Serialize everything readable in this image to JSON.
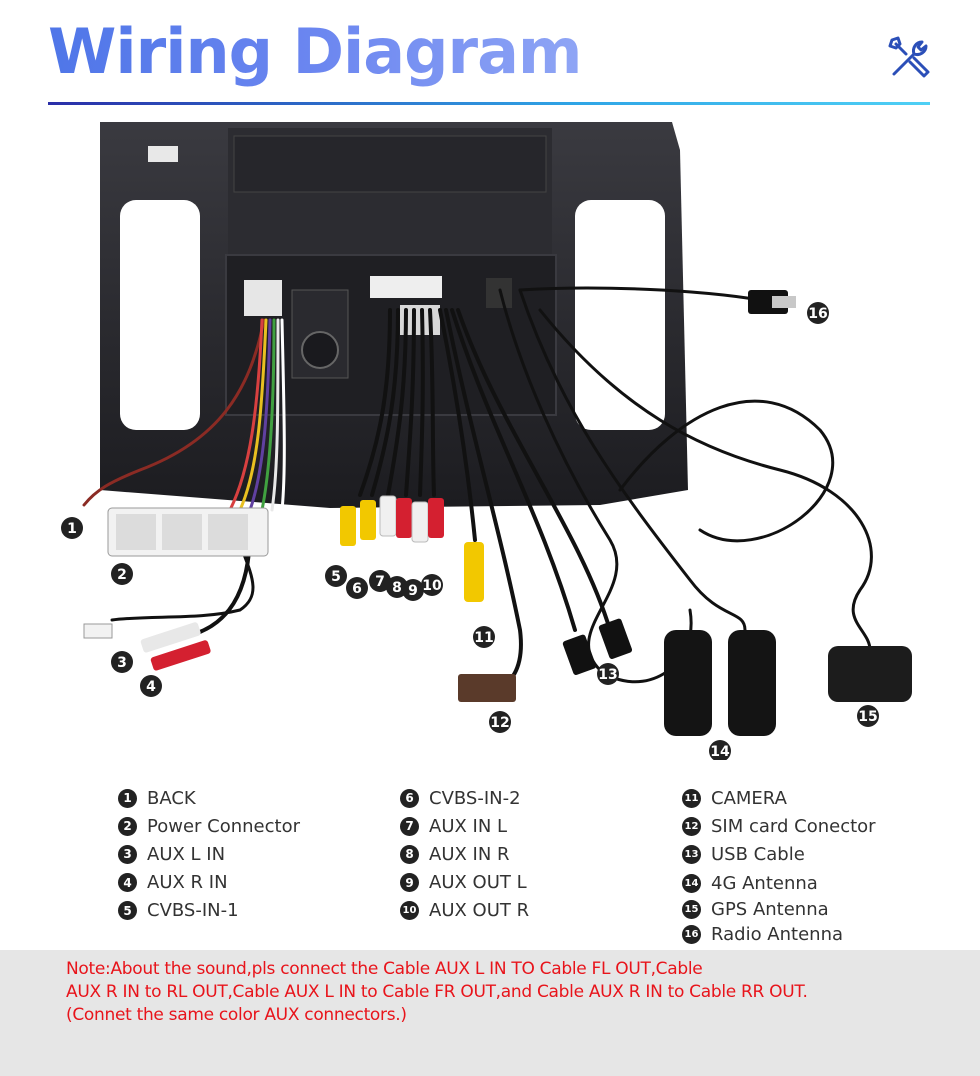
{
  "title": "Wiring Diagram",
  "icon": "tools-icon",
  "callouts": [
    "1",
    "2",
    "3",
    "4",
    "5",
    "6",
    "7",
    "8",
    "9",
    "10",
    "11",
    "12",
    "13",
    "14",
    "15",
    "16"
  ],
  "legend": {
    "col1": [
      {
        "n": "1",
        "label": "BACK"
      },
      {
        "n": "2",
        "label": "Power Connector"
      },
      {
        "n": "3",
        "label": "AUX L IN"
      },
      {
        "n": "4",
        "label": "AUX R IN"
      },
      {
        "n": "5",
        "label": "CVBS-IN-1"
      }
    ],
    "col2": [
      {
        "n": "6",
        "label": "CVBS-IN-2"
      },
      {
        "n": "7",
        "label": "AUX IN L"
      },
      {
        "n": "8",
        "label": "AUX IN R"
      },
      {
        "n": "9",
        "label": "AUX OUT L"
      },
      {
        "n": "10",
        "label": "AUX OUT R"
      }
    ],
    "col3": [
      {
        "n": "11",
        "label": "CAMERA"
      },
      {
        "n": "12",
        "label": "SIM card Conector"
      },
      {
        "n": "13",
        "label": "USB Cable"
      },
      {
        "n": "14",
        "label": "4G Antenna"
      },
      {
        "n": "15",
        "label": "GPS Antenna"
      },
      {
        "n": "16",
        "label": "Radio Antenna"
      }
    ]
  },
  "note": {
    "line1": "Note:About the sound,pls connect the Cable AUX L IN TO Cable FL OUT,Cable",
    "line2": "AUX R IN to RL OUT,Cable AUX L IN to Cable FR OUT,and Cable AUX R IN to Cable RR OUT.",
    "line3": "(Connet the same color AUX connectors.)"
  },
  "colors": {
    "title_gradient_start": "#4f76e8",
    "title_gradient_end": "#8fa5f5",
    "rule_start": "#2a2ea8",
    "rule_end": "#4fd0f5",
    "note_text": "#e8141b",
    "note_bg": "#e6e6e6",
    "rca_red": "#d42030",
    "rca_yellow": "#f2c800",
    "rca_white": "#f0f0f0"
  }
}
